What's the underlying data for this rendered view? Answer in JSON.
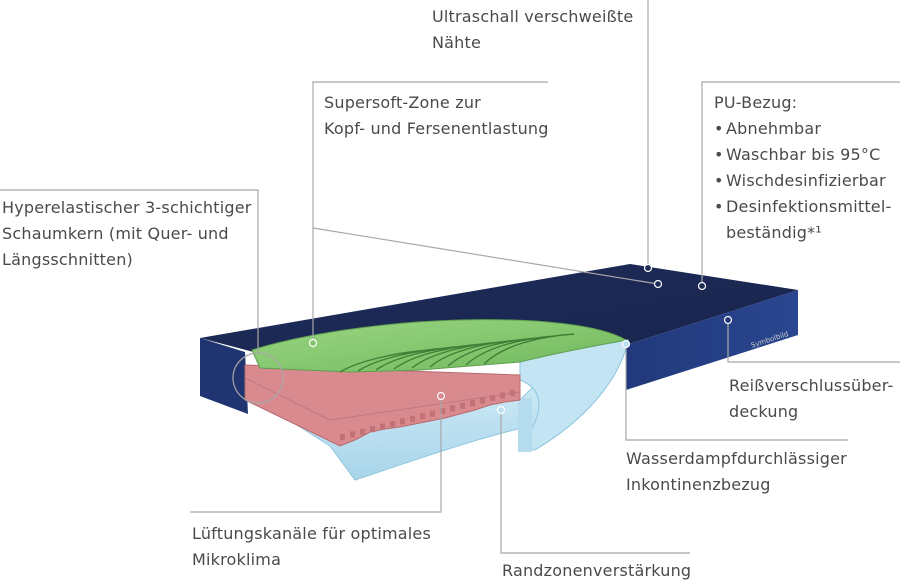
{
  "labels": {
    "seams": [
      "Ultraschall verschweißte",
      "Nähte"
    ],
    "supersoft": [
      "Supersoft-Zone zur",
      "Kopf- und Fersenentlastung"
    ],
    "foam_core": [
      "Hyperelastischer 3-schichtiger",
      "Schaumkern (mit Quer- und",
      "Längsschnitten)"
    ],
    "pu_cover": {
      "title": "PU-Bezug:",
      "items": [
        "Abnehmbar",
        "Waschbar bis 95°C",
        "Wischdesinfizierbar",
        "Desinfektionsmittel-"
      ],
      "continuation": "beständig*¹"
    },
    "zipper": [
      "Reißverschlussüber-",
      "deckung"
    ],
    "incontinence": [
      "Wasserdampfdurchlässiger",
      "Inkontinenzbezug"
    ],
    "ventilation": [
      "Lüftungskanäle für optimales",
      "Mikroklima"
    ],
    "edge": [
      "Randzonenverstärkung"
    ],
    "symbolbild": "Symbolbild"
  },
  "colors": {
    "cover_top": "#1c2a55",
    "cover_side": "#203a7a",
    "green": "#7fc46a",
    "green_dark": "#4f9a45",
    "pink": "#d88a8e",
    "light_blue": "#b9dff0",
    "leader": "#a9a9a9"
  }
}
